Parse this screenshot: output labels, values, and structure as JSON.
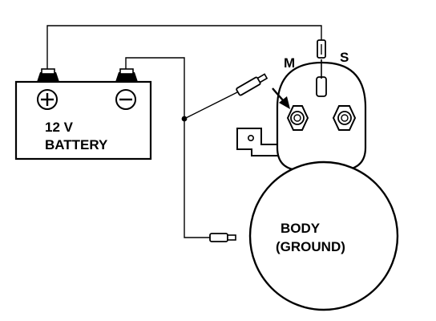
{
  "battery": {
    "line1": "12 V",
    "line2": "BATTERY",
    "positive_symbol": "+",
    "negative_symbol": "−"
  },
  "solenoid": {
    "m_label": "M",
    "s_label": "S"
  },
  "body": {
    "line1": "BODY",
    "line2": "(GROUND)"
  },
  "colors": {
    "ink": "#000000",
    "paper": "#ffffff"
  }
}
